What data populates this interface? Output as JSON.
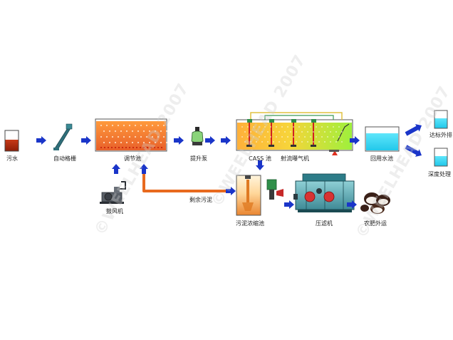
{
  "labels": {
    "sewage": "污水",
    "screen": "自动格栅",
    "regulating_tank": "调节池",
    "lift_pump": "提升泵",
    "cass_tank": "CASS 池",
    "jet_aerator": "射流曝气机",
    "reuse_tank": "回用水池",
    "discharge": "达标外排",
    "deep_treatment": "深度处理",
    "blower": "鼓风机",
    "excess_sludge": "剩余污泥",
    "sludge_thickener": "污泥浓缩池",
    "filter_press": "压滤机",
    "fertilizer": "农肥外运"
  },
  "watermark": {
    "text1": "©WEELHEAD 2007",
    "text2": "©WEELHEAD 2007",
    "text3": "©WEELHEAD 2007"
  },
  "colors": {
    "arrow": "#1a35c9",
    "sewage": "#b22a10",
    "regulating": "#ee7a2c",
    "cass_left": "#ffa93a",
    "cass_right": "#a8ef3a",
    "clean_water": "#33d4f0",
    "sludge_pipe": "#e86a1e"
  }
}
